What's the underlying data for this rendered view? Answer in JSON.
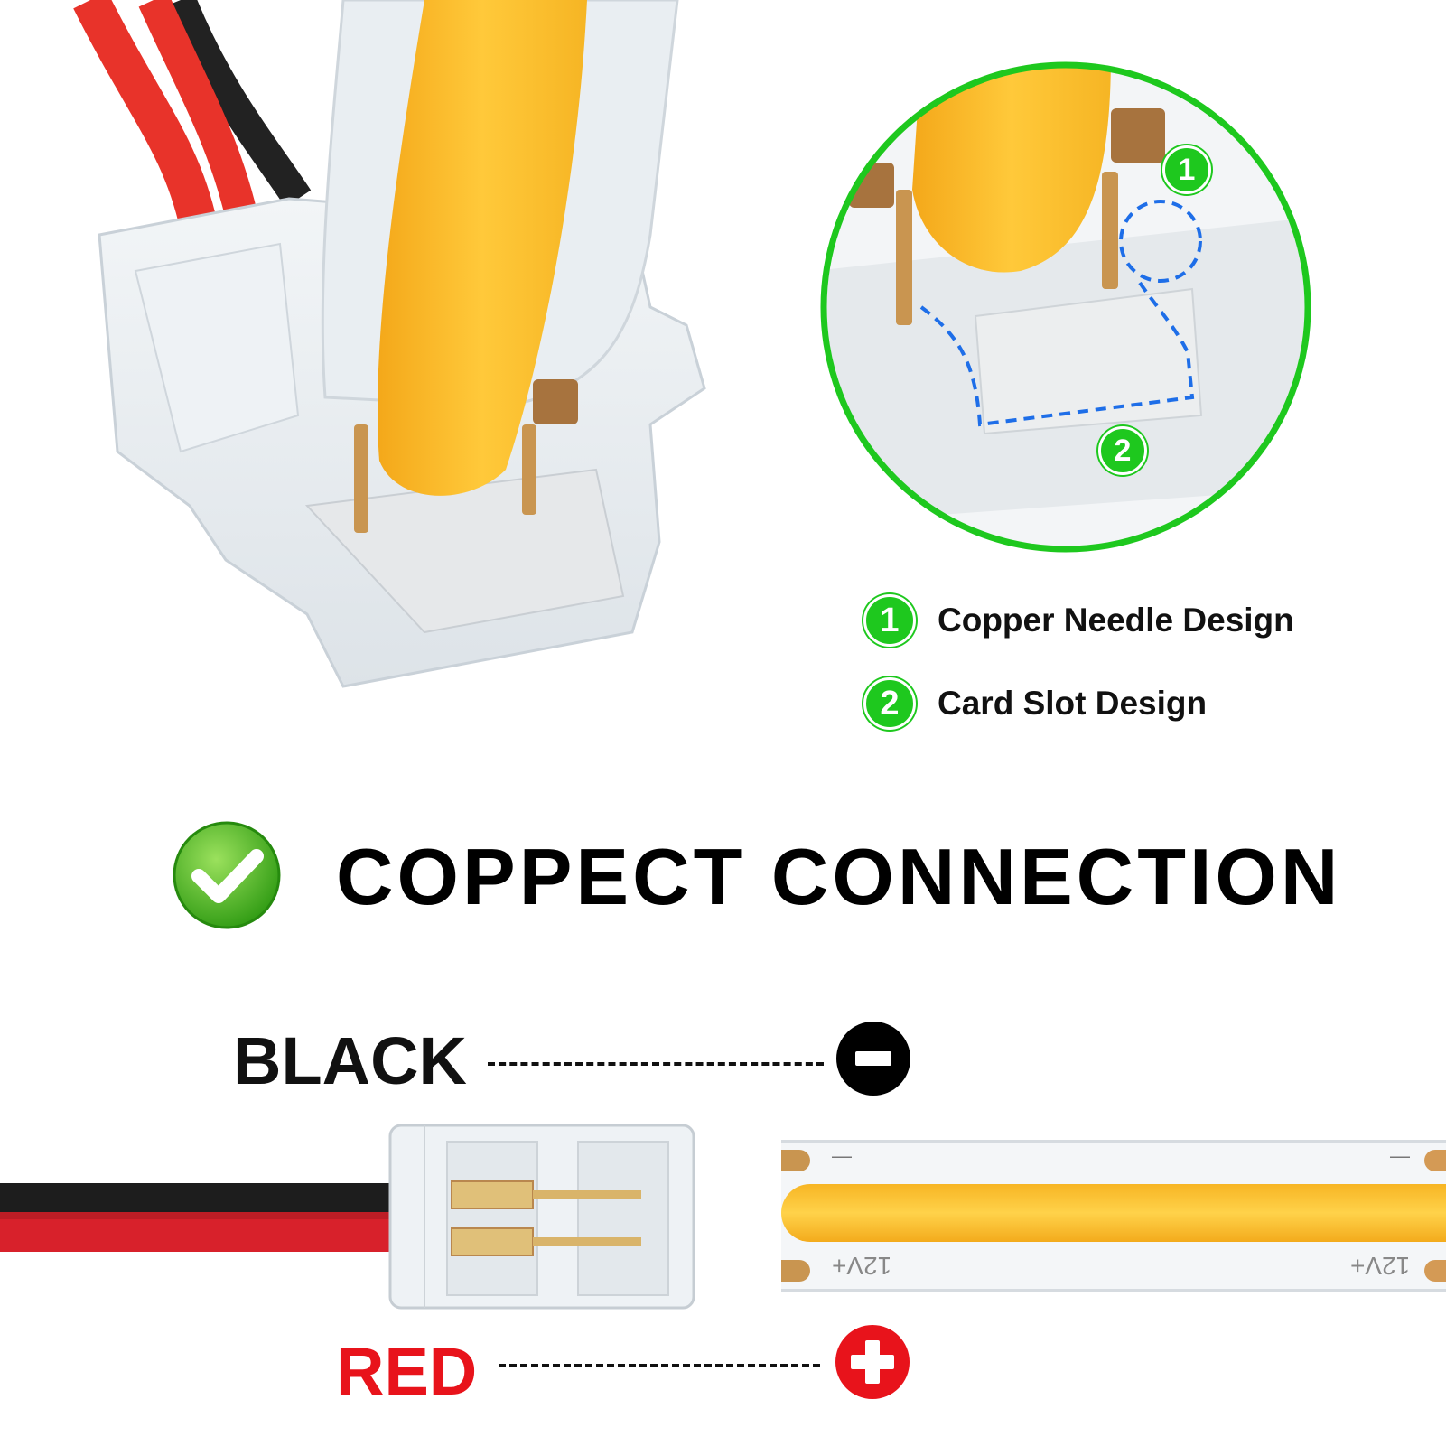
{
  "features": [
    {
      "badge": "1",
      "label": "Copper Needle Design"
    },
    {
      "badge": "2",
      "label": "Card Slot Design"
    }
  ],
  "headline": "COPPECT CONNECTION",
  "polarity": {
    "black_label": "BLACK",
    "red_label": "RED"
  },
  "strip_text": {
    "marking_left": "12V+",
    "marking_right": "12V+",
    "minus_left": "—",
    "minus_right": "—"
  },
  "colors": {
    "green": "#1ec81e",
    "red": "#e8131b",
    "black": "#111111",
    "led_yellow": "#fbc02d",
    "copper": "#b9874e"
  },
  "icons": [
    "check-icon",
    "minus-icon",
    "plus-icon"
  ]
}
